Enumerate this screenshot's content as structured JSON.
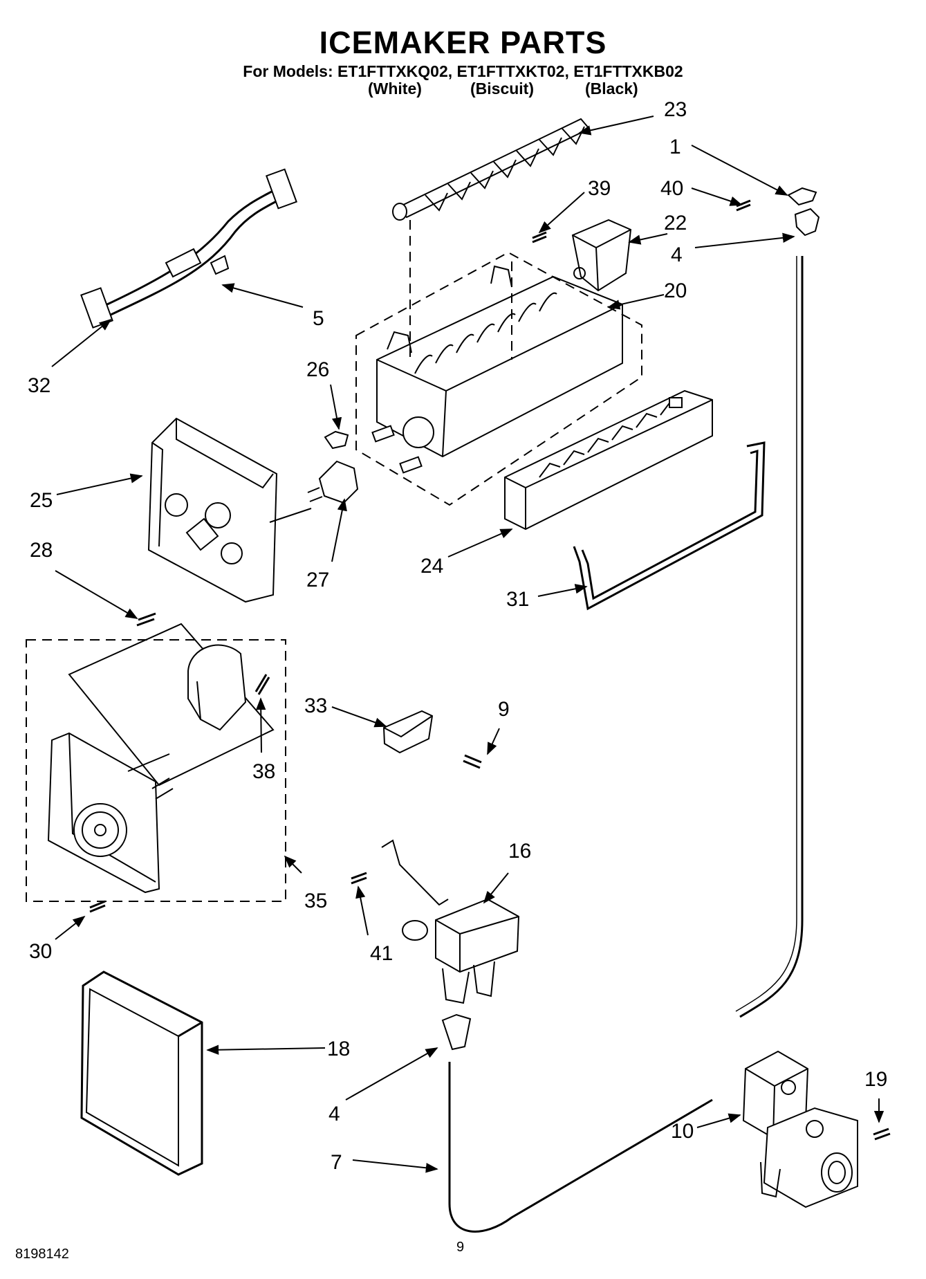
{
  "header": {
    "title": "ICEMAKER PARTS",
    "models_line": "For Models: ET1FTTXKQ02, ET1FTTXKT02, ET1FTTXKB02",
    "variants": [
      "(White)",
      "(Biscuit)",
      "(Black)"
    ]
  },
  "callouts": [
    "23",
    "1",
    "40",
    "39",
    "22",
    "4",
    "20",
    "5",
    "32",
    "26",
    "25",
    "27",
    "28",
    "24",
    "31",
    "33",
    "9",
    "38",
    "35",
    "16",
    "41",
    "30",
    "18",
    "4",
    "19",
    "10",
    "7"
  ],
  "footer": {
    "doc_number": "8198142",
    "page_number": "9"
  }
}
